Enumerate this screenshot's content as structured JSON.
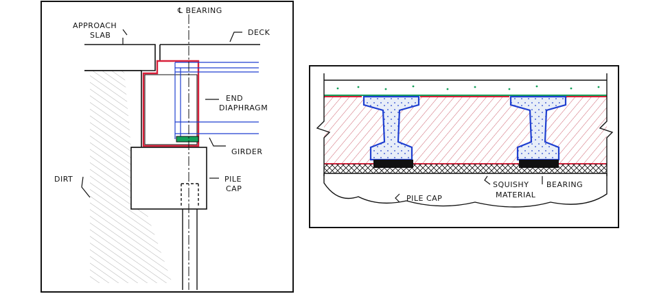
{
  "left_figure": {
    "labels": {
      "bearing_centerline": "℄ BEARING",
      "approach_slab_line1": "APPROACH",
      "approach_slab_line2": "SLAB",
      "deck": "DECK",
      "end_diaphragm_line1": "END",
      "end_diaphragm_line2": "DIAPHRAGM",
      "girder": "GIRDER",
      "dirt": "DIRT",
      "pile_cap_line1": "PILE",
      "pile_cap_line2": "CAP"
    }
  },
  "right_figure": {
    "labels": {
      "pile_cap": "PILE CAP",
      "squishy_line1": "SQUISHY",
      "squishy_line2": "MATERIAL",
      "bearing": "BEARING"
    }
  },
  "colors": {
    "ink": "#111111",
    "diaphragm_red": "#d8203a",
    "girder_blue": "#1f3fd0",
    "deck_green": "#14a05a",
    "fill_pink": "#f4c9cf",
    "fill_blue": "#cfe0f5",
    "hatch_gray": "#9a9a9a"
  }
}
